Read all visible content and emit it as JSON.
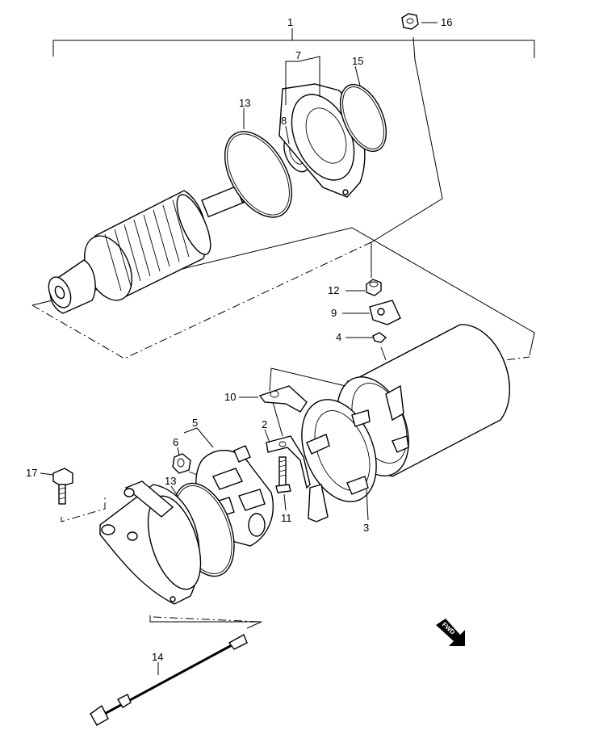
{
  "callouts": {
    "c1": "1",
    "c2": "2",
    "c3": "3",
    "c4": "4",
    "c5": "5",
    "c6": "6",
    "c7": "7",
    "c8": "8",
    "c9": "9",
    "c10": "10",
    "c11": "11",
    "c12": "12",
    "c13a": "13",
    "c13b": "13",
    "c14": "14",
    "c15": "15",
    "c16": "16",
    "c17": "17"
  },
  "fwd_label": "FWD",
  "colors": {
    "line": "#000000",
    "background": "#ffffff"
  }
}
